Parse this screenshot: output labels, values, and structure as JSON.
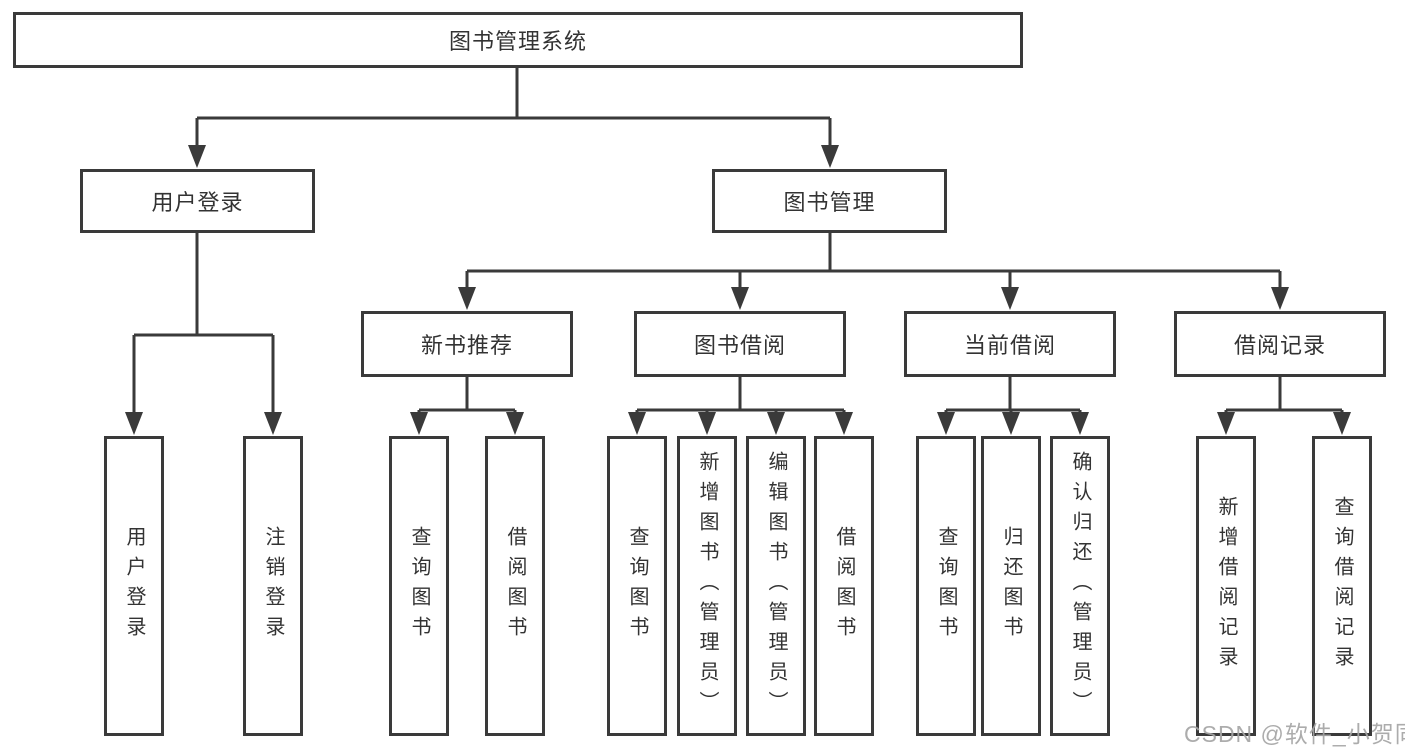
{
  "diagram": {
    "root": {
      "label": "图书管理系统"
    },
    "branches": [
      {
        "label": "用户登录",
        "children": [
          {
            "label": "用户登录"
          },
          {
            "label": "注销登录"
          }
        ]
      },
      {
        "label": "图书管理",
        "children": [
          {
            "label": "新书推荐",
            "children": [
              {
                "label": "查询图书"
              },
              {
                "label": "借阅图书"
              }
            ]
          },
          {
            "label": "图书借阅",
            "children": [
              {
                "label": "查询图书"
              },
              {
                "label": "新增图书（管理员）"
              },
              {
                "label": "编辑图书（管理员）"
              },
              {
                "label": "借阅图书"
              }
            ]
          },
          {
            "label": "当前借阅",
            "children": [
              {
                "label": "查询图书"
              },
              {
                "label": "归还图书"
              },
              {
                "label": "确认归还（管理员）"
              }
            ]
          },
          {
            "label": "借阅记录",
            "children": [
              {
                "label": "新增借阅记录"
              },
              {
                "label": "查询借阅记录"
              }
            ]
          }
        ]
      }
    ]
  },
  "watermark": {
    "text": "CSDN @软件_小贺同学"
  },
  "colors": {
    "line": "#3a3a3a",
    "text": "#333333",
    "watermark": "#a5a5a5",
    "background": "#ffffff"
  }
}
